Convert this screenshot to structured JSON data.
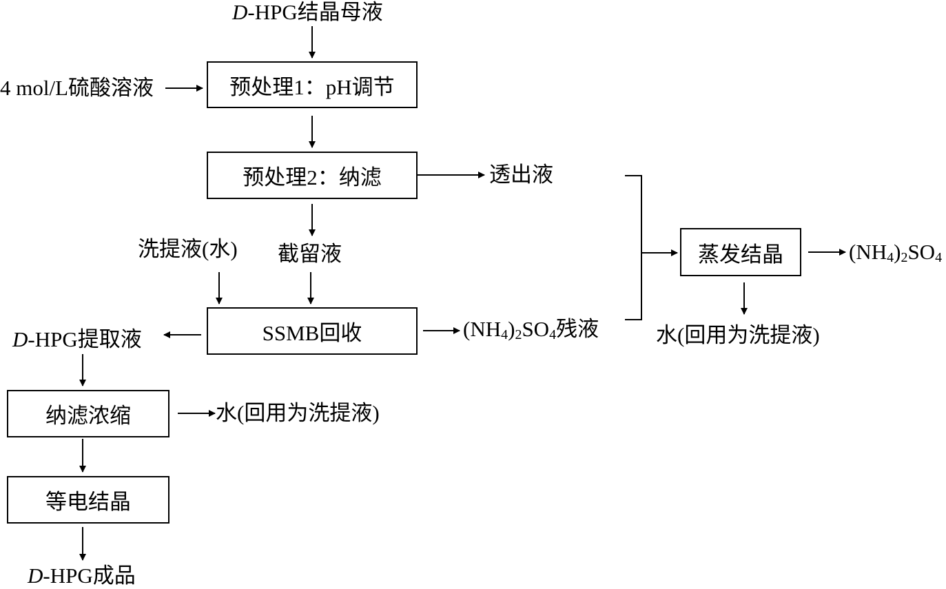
{
  "inputs": {
    "mother_liquor": {
      "italic": "D",
      "rest": "-HPG结晶母液"
    },
    "acid": "4 mol/L硫酸溶液",
    "eluent": "洗提液(水)"
  },
  "steps": {
    "pretreat1": "预处理1：pH调节",
    "pretreat2": "预处理2：纳滤",
    "ssmb": "SSMB回收",
    "evap": "蒸发结晶",
    "nf_conc": "纳滤浓缩",
    "iso_cryst": "等电结晶"
  },
  "streams": {
    "permeate": "透出液",
    "retentate": "截留液",
    "ammonium_sulfate": {
      "p1": "(NH",
      "s1": "4",
      "p2": ")",
      "s2": "2",
      "p3": "SO",
      "s3": "4"
    },
    "residual": {
      "p1": "(NH",
      "s1": "4",
      "p2": ")",
      "s2": "2",
      "p3": "SO",
      "s3": "4",
      "tail": "残液"
    },
    "water_recycle_1": "水(回用为洗提液)",
    "water_recycle_2": "水(回用为洗提液)",
    "extract": {
      "italic": "D",
      "rest": "-HPG提取液"
    },
    "product": {
      "italic": "D",
      "rest": "-HPG成品"
    }
  }
}
